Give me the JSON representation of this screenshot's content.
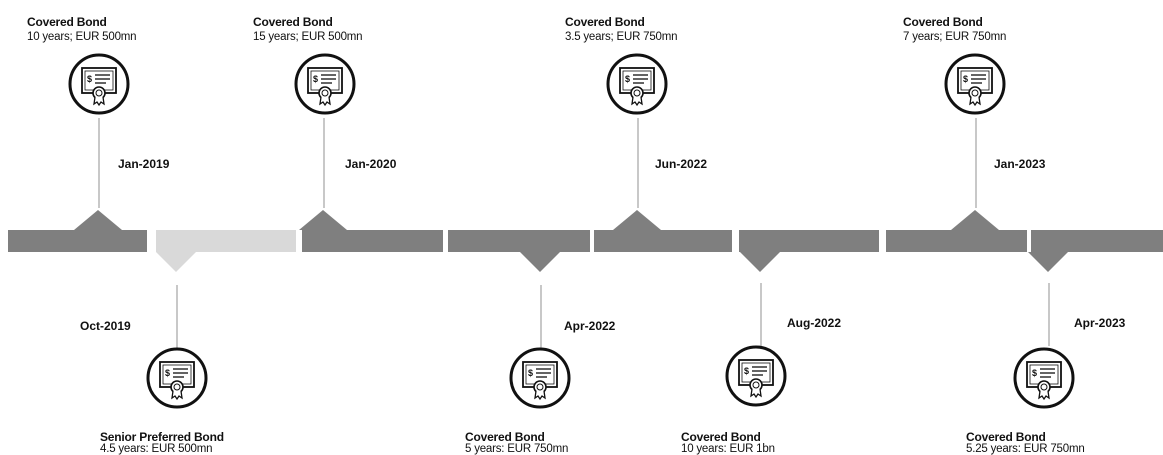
{
  "colors": {
    "dark": "#7f7f7f",
    "light": "#d9d9d9",
    "connector": "#c8c8c8",
    "text": "#111111"
  },
  "icon_name": "certificate-icon",
  "events": [
    {
      "title": "Covered Bond",
      "detail": "10 years; EUR 500mn",
      "date": "Jan-2019",
      "position": "above"
    },
    {
      "title": "Senior Preferred Bond",
      "detail": "4.5 years: EUR 500mn",
      "date": "Oct-2019",
      "position": "below"
    },
    {
      "title": "Covered Bond",
      "detail": "15 years; EUR 500mn",
      "date": "Jan-2020",
      "position": "above"
    },
    {
      "title": "Covered Bond",
      "detail": "5 years: EUR 750mn",
      "date": "Apr-2022",
      "position": "below"
    },
    {
      "title": "Covered Bond",
      "detail": "3.5 years; EUR 750mn",
      "date": "Jun-2022",
      "position": "above"
    },
    {
      "title": "Covered Bond",
      "detail": "10 years: EUR 1bn",
      "date": "Aug-2022",
      "position": "below"
    },
    {
      "title": "Covered Bond",
      "detail": "7 years; EUR 750mn",
      "date": "Jan-2023",
      "position": "above"
    },
    {
      "title": "Covered Bond",
      "detail": "5.25 years: EUR 750mn",
      "date": "Apr-2023",
      "position": "below"
    }
  ]
}
